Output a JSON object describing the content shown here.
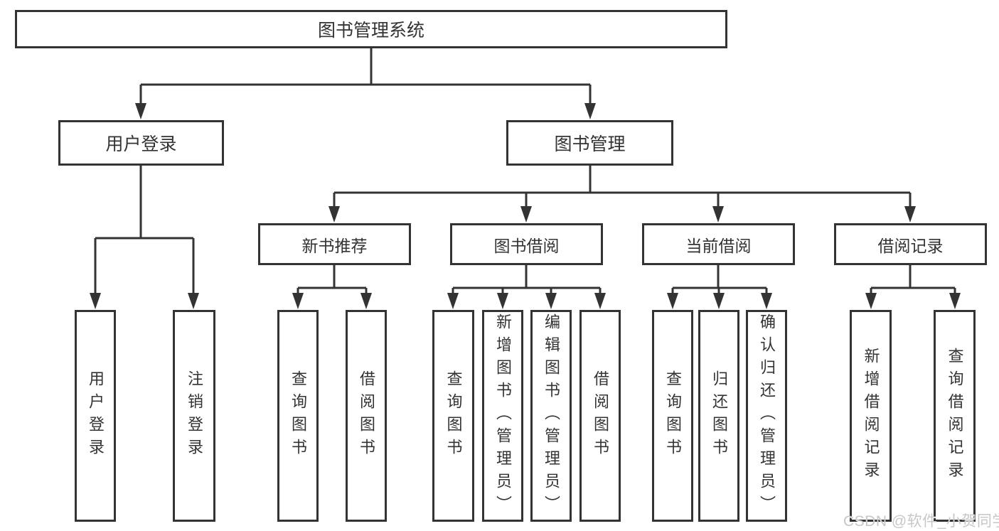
{
  "diagram": {
    "root": {
      "label": "图书管理系统"
    },
    "branches": [
      {
        "label": "用户登录",
        "children": [
          "用户登录",
          "注销登录"
        ]
      },
      {
        "label": "图书管理",
        "groups": [
          {
            "label": "新书推荐",
            "children": [
              "查询图书",
              "借阅图书"
            ]
          },
          {
            "label": "图书借阅",
            "children": [
              "查询图书",
              "新增图书（管理员）",
              "编辑图书（管理员）",
              "借阅图书"
            ]
          },
          {
            "label": "当前借阅",
            "children": [
              "查询图书",
              "归还图书",
              "确认归还（管理员）"
            ]
          },
          {
            "label": "借阅记录",
            "children": [
              "新增借阅记录",
              "查询借阅记录"
            ]
          }
        ]
      }
    ]
  },
  "colors": {
    "line": "#333333",
    "background": "#ffffff",
    "watermark": "#c7c7c7"
  },
  "watermark": "CSDN @软件_小贺同学"
}
